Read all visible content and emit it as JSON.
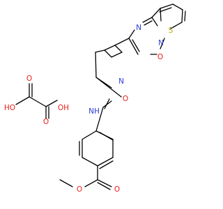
{
  "structure": {
    "atom_labels": {
      "oxalate_ho_left": "HO",
      "oxalate_oh_right": "OH",
      "oxalate_o_top": "O",
      "oxalate_o_bottom": "O",
      "amide_nh": "NH",
      "amide_o": "O",
      "azetidine_n": "N",
      "oxadiazole_n_left": "N",
      "oxadiazole_n_right": "N",
      "oxadiazole_o": "O",
      "thiophene_s": "S",
      "ester_o_carbonyl": "O",
      "ester_o_methoxy": "O"
    },
    "colors": {
      "carbon_bond": "#000000",
      "oxygen": "#e8201b",
      "nitrogen": "#2b3bd6",
      "sulfur": "#b8a414"
    }
  }
}
